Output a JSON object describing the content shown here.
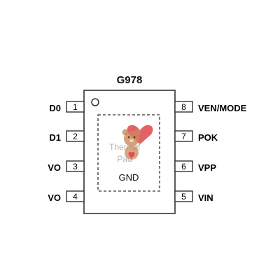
{
  "chip": {
    "name": "G978",
    "pad_label_line1": "Thermal",
    "pad_label_line2": "Pad",
    "pad_net": "GND"
  },
  "pins_left": [
    {
      "number": "1",
      "label": "D0"
    },
    {
      "number": "2",
      "label": "D1"
    },
    {
      "number": "3",
      "label": "VO"
    },
    {
      "number": "4",
      "label": "VO"
    }
  ],
  "pins_right": [
    {
      "number": "8",
      "label": "VEN/MODE"
    },
    {
      "number": "7",
      "label": "POK"
    },
    {
      "number": "6",
      "label": "VPP"
    },
    {
      "number": "5",
      "label": "VIN"
    }
  ],
  "colors": {
    "outline": "#333333",
    "text": "#111111",
    "pad_text": "#b5b5b5",
    "heart": "#e0454e",
    "bear": "#c98a5a"
  }
}
